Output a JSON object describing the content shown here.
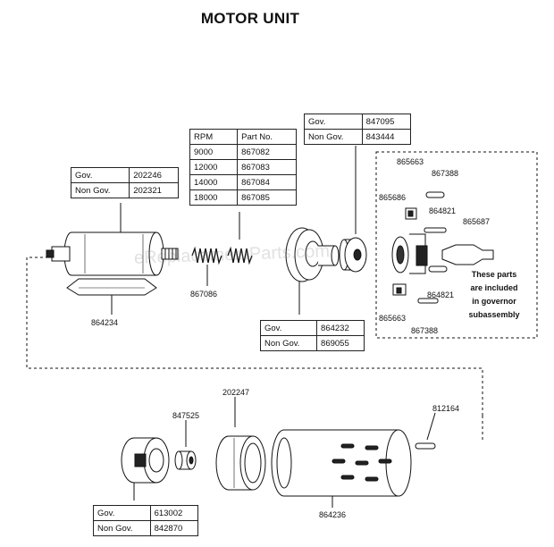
{
  "title": "MOTOR UNIT",
  "watermark": "eReplacementParts.com",
  "tables": {
    "motor_top": {
      "rows": [
        {
          "label": "Gov.",
          "part": "202246"
        },
        {
          "label": "Non Gov.",
          "part": "202321"
        }
      ]
    },
    "rpm": {
      "header": {
        "label": "RPM",
        "part": "Part No."
      },
      "rows": [
        {
          "label": "9000",
          "part": "867082"
        },
        {
          "label": "12000",
          "part": "867083"
        },
        {
          "label": "14000",
          "part": "867084"
        },
        {
          "label": "18000",
          "part": "867085"
        }
      ]
    },
    "governor_top": {
      "rows": [
        {
          "label": "Gov.",
          "part": "847095"
        },
        {
          "label": "Non Gov.",
          "part": "843444"
        }
      ]
    },
    "housing_mid": {
      "rows": [
        {
          "label": "Gov.",
          "part": "864232"
        },
        {
          "label": "Non Gov.",
          "part": "869055"
        }
      ]
    },
    "bearing_bottom": {
      "rows": [
        {
          "label": "Gov.",
          "part": "613002"
        },
        {
          "label": "Non Gov.",
          "part": "842870"
        }
      ]
    }
  },
  "part_labels": {
    "motor_base": "864234",
    "spring": "867086",
    "gov_865663_top": "865663",
    "gov_867388_top": "867388",
    "gov_865686": "865686",
    "gov_864821_top": "864821",
    "gov_865687": "865687",
    "gov_864821_bottom": "864821",
    "gov_865663_bottom": "865663",
    "gov_867388_bottom": "867388",
    "sleeve": "202247",
    "nut": "847525",
    "pin": "812164",
    "cylinder": "864236"
  },
  "note": {
    "line1": "These parts",
    "line2": "are included",
    "line3": "in governor",
    "line4": "subassembly"
  }
}
